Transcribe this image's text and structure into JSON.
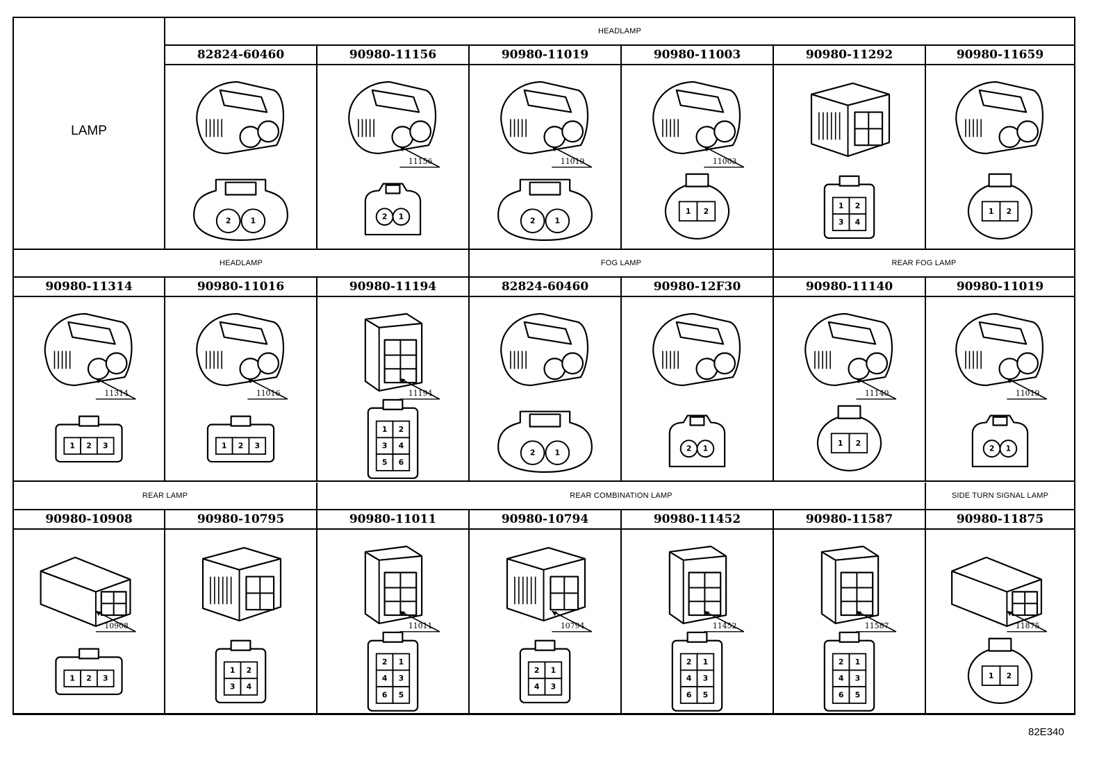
{
  "sheet": {
    "left_header": "LAMP",
    "diagram_code": "82E340",
    "rows": [
      {
        "groups": [
          {
            "label": "",
            "span": 1
          },
          {
            "label": "HEADLAMP",
            "span": 6
          }
        ],
        "cells": [
          {
            "pn": "",
            "callout": ""
          },
          {
            "pn": "82824-60460",
            "callout": "",
            "pins": [
              "2",
              "1"
            ]
          },
          {
            "pn": "90980-11156",
            "callout": "11156",
            "pins": [
              "2",
              "1"
            ]
          },
          {
            "pn": "90980-11019",
            "callout": "11019",
            "pins": [
              "2",
              "1"
            ]
          },
          {
            "pn": "90980-11003",
            "callout": "11003",
            "pins": [
              "1",
              "2"
            ]
          },
          {
            "pn": "90980-11292",
            "callout": "",
            "pins": [
              "1",
              "2",
              "3",
              "4"
            ]
          },
          {
            "pn": "90980-11659",
            "callout": "",
            "pins": [
              "1",
              "2"
            ]
          }
        ]
      },
      {
        "groups": [
          {
            "label": "HEADLAMP",
            "span": 3
          },
          {
            "label": "FOG LAMP",
            "span": 2
          },
          {
            "label": "REAR FOG LAMP",
            "span": 2
          }
        ],
        "cells": [
          {
            "pn": "90980-11314",
            "callout": "11314",
            "pins": [
              "1",
              "2",
              "3"
            ]
          },
          {
            "pn": "90980-11016",
            "callout": "11016",
            "pins": [
              "1",
              "2",
              "3"
            ]
          },
          {
            "pn": "90980-11194",
            "callout": "11194",
            "pins": [
              "1",
              "2",
              "3",
              "4",
              "5",
              "6"
            ]
          },
          {
            "pn": "82824-60460",
            "callout": "",
            "pins": [
              "2",
              "1"
            ]
          },
          {
            "pn": "90980-12F30",
            "callout": "",
            "pins": [
              "2",
              "1"
            ]
          },
          {
            "pn": "90980-11140",
            "callout": "11140",
            "pins": [
              "1",
              "2"
            ]
          },
          {
            "pn": "90980-11019",
            "callout": "11019",
            "pins": [
              "2",
              "1"
            ]
          }
        ]
      },
      {
        "groups": [
          {
            "label": "REAR LAMP",
            "span": 2
          },
          {
            "label": "REAR COMBINATION LAMP",
            "span": 4
          },
          {
            "label": "SIDE TURN SIGNAL LAMP",
            "span": 1
          }
        ],
        "cells": [
          {
            "pn": "90980-10908",
            "callout": "10908",
            "pins": [
              "1",
              "2",
              "3"
            ]
          },
          {
            "pn": "90980-10795",
            "callout": "",
            "pins": [
              "1",
              "2",
              "3",
              "4"
            ]
          },
          {
            "pn": "90980-11011",
            "callout": "11011",
            "pins": [
              "2",
              "1",
              "4",
              "3",
              "6",
              "5"
            ]
          },
          {
            "pn": "90980-10794",
            "callout": "10794",
            "pins": [
              "2",
              "1",
              "4",
              "3"
            ]
          },
          {
            "pn": "90980-11452",
            "callout": "11452",
            "pins": [
              "2",
              "1",
              "4",
              "3",
              "6",
              "5"
            ]
          },
          {
            "pn": "90980-11587",
            "callout": "11587",
            "pins": [
              "2",
              "1",
              "4",
              "3",
              "6",
              "5"
            ]
          },
          {
            "pn": "90980-11875",
            "callout": "11875",
            "pins": [
              "1",
              "2"
            ]
          }
        ]
      }
    ]
  }
}
